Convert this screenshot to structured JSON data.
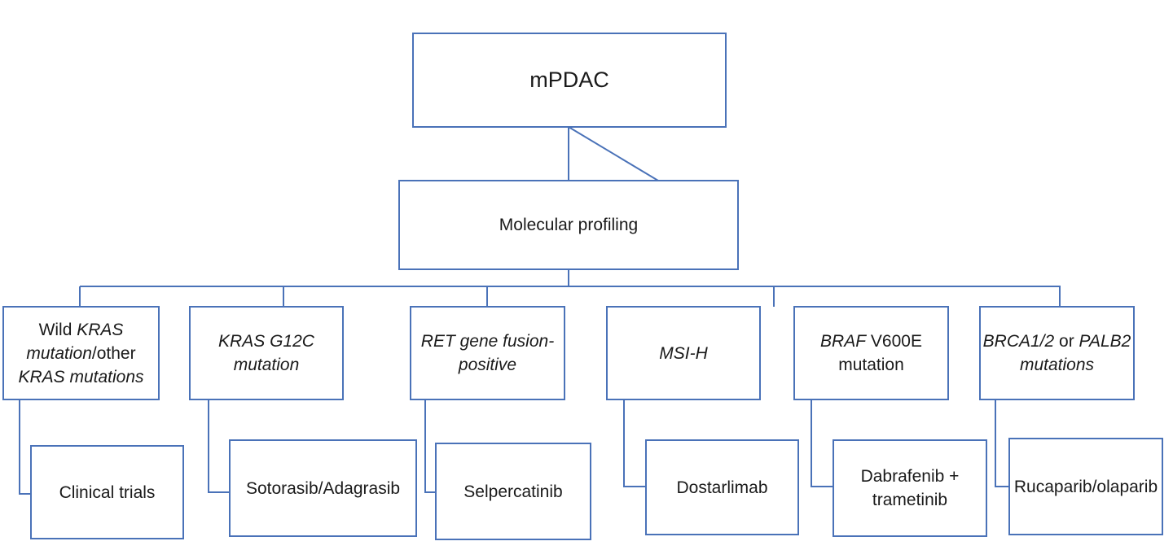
{
  "root": {
    "label": "mPDAC"
  },
  "profiling": {
    "label": "Molecular profiling"
  },
  "categories": [
    {
      "line1": [
        {
          "t": "Wild ",
          "i": false
        },
        {
          "t": "KRAS",
          "i": true
        }
      ],
      "line2": [
        {
          "t": "mutation",
          "i": true
        },
        {
          "t": "/other",
          "i": false
        }
      ],
      "line3": [
        {
          "t": "KRAS mutations",
          "i": true
        }
      ],
      "treatment": [
        "Clinical trials"
      ]
    },
    {
      "line1": [
        {
          "t": "KRAS G12C",
          "i": true
        }
      ],
      "line2": [
        {
          "t": "mutation",
          "i": true
        }
      ],
      "line3": [],
      "treatment": [
        "Sotorasib/Adagrasib"
      ]
    },
    {
      "line1": [
        {
          "t": "RET gene fusion-",
          "i": true
        }
      ],
      "line2": [
        {
          "t": "positive",
          "i": true
        }
      ],
      "line3": [],
      "treatment": [
        "Selpercatinib"
      ]
    },
    {
      "line1": [
        {
          "t": "MSI-H",
          "i": true
        }
      ],
      "line2": [],
      "line3": [],
      "treatment": [
        "Dostarlimab"
      ]
    },
    {
      "line1": [
        {
          "t": "BRAF",
          "i": true
        },
        {
          "t": " V600E",
          "i": false
        }
      ],
      "line2": [
        {
          "t": "mutation",
          "i": false
        }
      ],
      "line3": [],
      "treatment": [
        "Dabrafenib +",
        "trametinib"
      ]
    },
    {
      "line1": [
        {
          "t": "BRCA1/2",
          "i": true
        },
        {
          "t": " or ",
          "i": false
        },
        {
          "t": "PALB2",
          "i": true
        }
      ],
      "line2": [
        {
          "t": "mutations",
          "i": true
        }
      ],
      "line3": [],
      "treatment": [
        "Rucaparib/olaparib"
      ]
    }
  ],
  "style": {
    "border_color": "#4a72b8",
    "text_color": "#1a1a1a",
    "background": "#ffffff"
  }
}
